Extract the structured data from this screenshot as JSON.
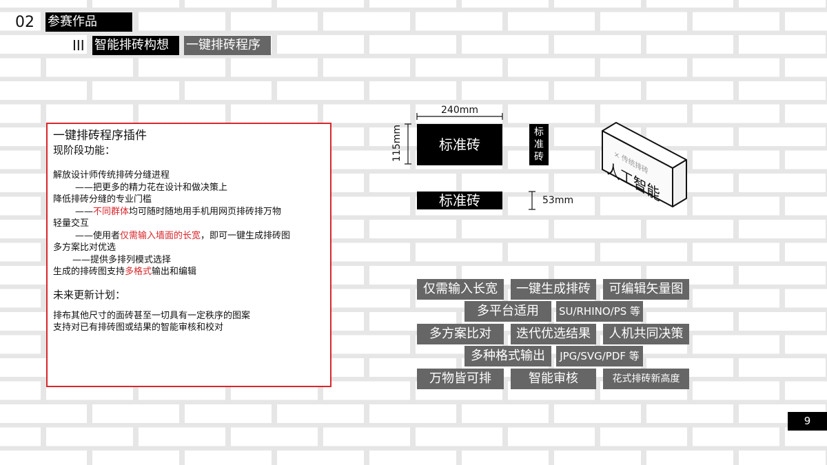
{
  "header": {
    "section_number": "02",
    "section_title": "参赛作品",
    "roman_marker": "III",
    "tabs": [
      "智能排砖构想",
      "一键排砖程序"
    ]
  },
  "panel": {
    "title": "一键排砖程序插件",
    "current_heading": "现阶段功能：",
    "line1": "解放设计师传统排砖分缝进程",
    "line2": "——把更多的精力花在设计和做决策上",
    "line3": "降低排砖分缝的专业门槛",
    "line4_prefix": "——",
    "line4_red": "不同群体",
    "line4_suffix": "均可随时随地用手机用网页排砖排万物",
    "line5": "轻量交互",
    "line6_prefix": "——使用者",
    "line6_red": "仅需输入墙面的长宽",
    "line6_suffix": "，即可一键生成排砖图",
    "line7": "多方案比对优选",
    "line8": "——提供多排列模式选择",
    "line9_prefix": "生成的排砖图支持",
    "line9_red": "多格式",
    "line9_suffix": "输出和编辑",
    "future_heading": "未来更新计划：",
    "future1": "排布其他尺寸的面砖甚至一切具有一定秩序的图案",
    "future2": "支持对已有排砖图或结果的智能审核和校对"
  },
  "diagram": {
    "width_dim": "240mm",
    "height_dim": "115mm",
    "thickness_dim": "53mm",
    "brick_front": "标准砖",
    "brick_side": "标准砖",
    "brick_top": "标准砖",
    "box_label_old": "× 传统排砖",
    "box_label_new": "人工智能"
  },
  "tags": {
    "row1": [
      "仅需输入长宽",
      "一键生成排砖",
      "可编辑矢量图"
    ],
    "row2": [
      "多平台适用",
      "SU/RHINO/PS 等"
    ],
    "row3": [
      "多方案比对",
      "迭代优选结果",
      "人机共同决策"
    ],
    "row4": [
      "多种格式输出",
      "JPG/SVG/PDF 等"
    ],
    "row5": [
      "万物皆可排",
      "智能审核",
      "花式排砖新高度"
    ]
  },
  "colors": {
    "accent_red": "#d8262b",
    "tag_gray": "#666666",
    "mortar_gray": "#e6e6e6",
    "black": "#000000"
  },
  "page_number": "9"
}
